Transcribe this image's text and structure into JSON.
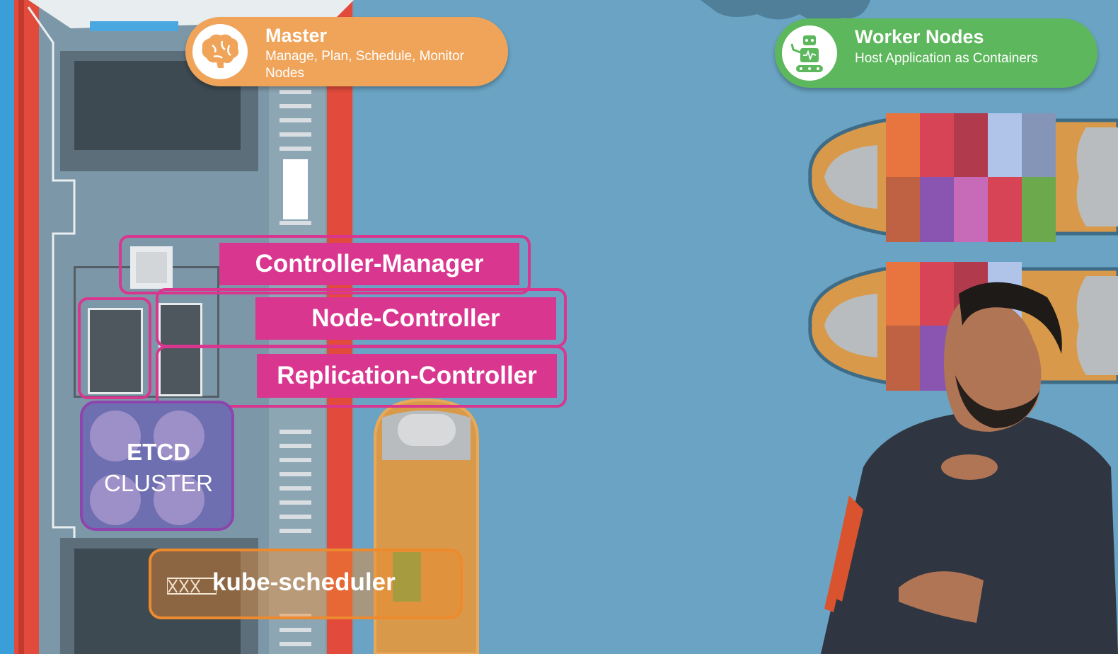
{
  "master": {
    "title": "Master",
    "subtitle_line1": "Manage, Plan, Schedule, Monitor",
    "subtitle_line2": "Nodes",
    "icon": "brain-icon",
    "color": "#f0a45a"
  },
  "workers": {
    "title": "Worker Nodes",
    "subtitle": "Host Application as Containers",
    "icon": "robot-icon",
    "color": "#5db75c"
  },
  "components": {
    "controller_manager": "Controller-Manager",
    "node_controller": "Node-Controller",
    "replication_controller": "Replication-Controller",
    "etcd_line1": "ETCD",
    "etcd_line2": "CLUSTER",
    "kube_scheduler": "kube-scheduler"
  },
  "colors": {
    "water": "#6aa3c3",
    "controller_pink": "#d9368f",
    "etcd_purple": "#8e44ad",
    "scheduler_orange": "#ee8a2e"
  }
}
